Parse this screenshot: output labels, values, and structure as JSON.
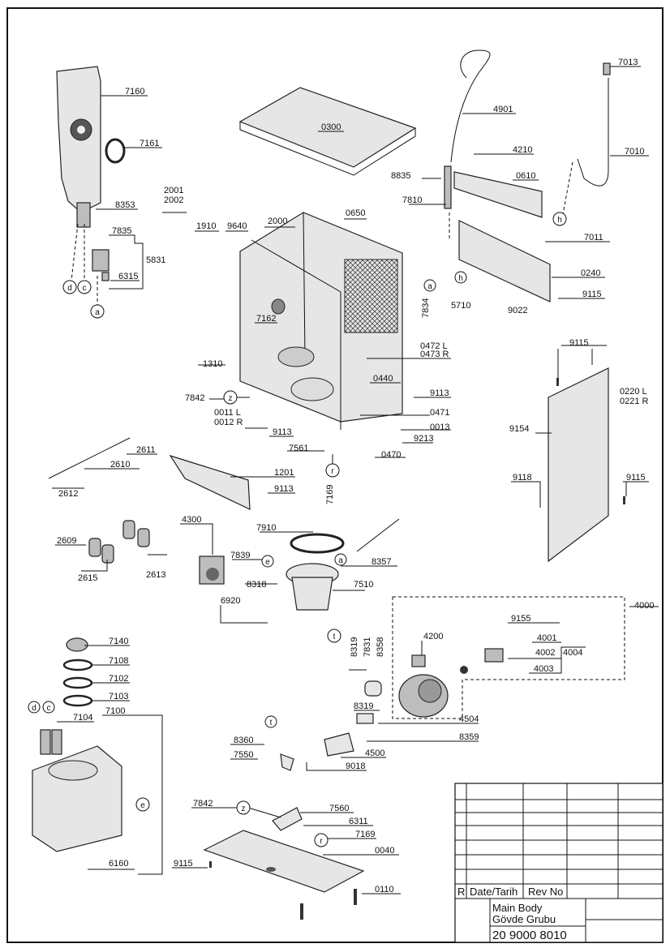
{
  "parts": {
    "p7160": "7160",
    "p7161": "7161",
    "p8353": "8353",
    "p7835": "7835",
    "p5831": "5831",
    "p6315": "6315",
    "p2001": "2001",
    "p2002": "2002",
    "p1910": "1910",
    "p9640": "9640",
    "p2000": "2000",
    "p0650": "0650",
    "p0300": "0300",
    "p4901": "4901",
    "p7013": "7013",
    "p4210": "4210",
    "p7010": "7010",
    "p8835": "8835",
    "p0610": "0610",
    "p7810": "7810",
    "p7011": "7011",
    "p0240": "0240",
    "p7834": "7834",
    "p5710": "5710",
    "p9022": "9022",
    "p9115": "9115",
    "p7162": "7162",
    "p1310": "1310",
    "p0472": "0472 L",
    "p0473": "0473 R",
    "p0440": "0440",
    "p9113": "9113",
    "p0471": "0471",
    "p0013": "0013",
    "p9213": "9213",
    "p0470": "0470",
    "p7842": "7842",
    "p0011": "0011 L",
    "p0012": "0012 R",
    "p7561": "7561",
    "p7169": "7169",
    "p0220": "0220 L",
    "p0221": "0221 R",
    "p9154": "9154",
    "p9118": "9118",
    "p2611": "2611",
    "p2610": "2610",
    "p2612": "2612",
    "p1201": "1201",
    "p4300": "4300",
    "p7910": "7910",
    "p2609": "2609",
    "p2615": "2615",
    "p2613": "2613",
    "p7839": "7839",
    "p8357": "8357",
    "p8318": "8318",
    "p7510": "7510",
    "p6920": "6920",
    "p4000": "4000",
    "p9155": "9155",
    "p4001": "4001",
    "p4002": "4002",
    "p4003": "4003",
    "p4004": "4004",
    "p7140": "7140",
    "p7108": "7108",
    "p7102": "7102",
    "p7103": "7103",
    "p7104": "7104",
    "p7100": "7100",
    "p8319": "8319",
    "p7831": "7831",
    "p8358": "8358",
    "p4200": "4200",
    "p4504": "4504",
    "p8359": "8359",
    "p8360": "8360",
    "p7550": "7550",
    "p4500": "4500",
    "p9018": "9018",
    "p7560": "7560",
    "p6311": "6311",
    "p0040": "0040",
    "p6160": "6160",
    "p0110": "0110"
  },
  "callouts": {
    "a": "a",
    "c": "c",
    "d": "d",
    "e": "e",
    "h": "h",
    "r": "r",
    "t": "t",
    "z": "z"
  },
  "title_block": {
    "r_label": "R",
    "date_label": "Date/Tarih",
    "rev_label": "Rev No",
    "name_en": "Main Body",
    "name_tr": "Gövde Grubu",
    "doc_number": "20 9000 8010"
  }
}
